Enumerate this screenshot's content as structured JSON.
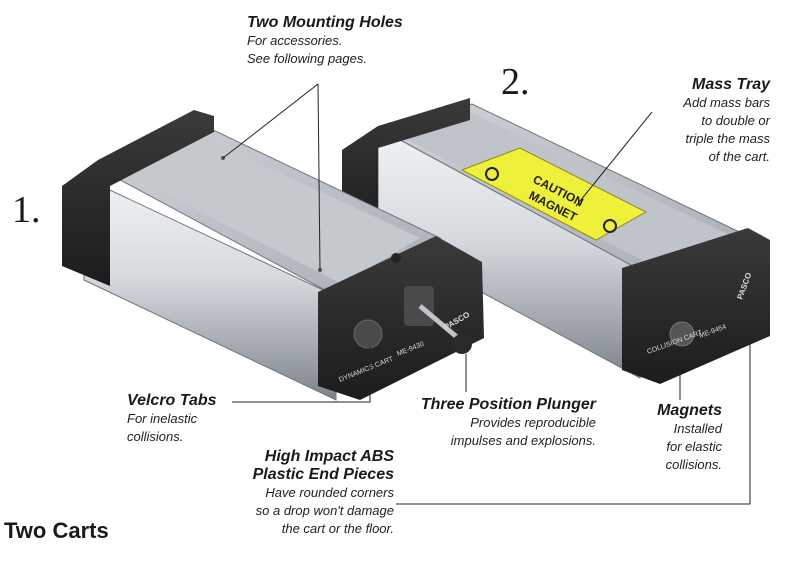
{
  "labels": {
    "mounting_holes": {
      "title": "Two Mounting Holes",
      "desc": [
        "For accessories.",
        "See following pages."
      ]
    },
    "mass_tray": {
      "title": "Mass Tray",
      "desc": [
        "Add mass bars",
        "to double or",
        "triple the mass",
        "of the cart."
      ]
    },
    "velcro_tabs": {
      "title": "Velcro Tabs",
      "desc": [
        "For inelastic",
        "collisions."
      ]
    },
    "plunger": {
      "title": "Three Position Plunger",
      "desc": [
        "Provides reproducible",
        "impulses and explosions."
      ]
    },
    "magnets": {
      "title": "Magnets",
      "desc": [
        "Installed",
        "for elastic",
        "collisions."
      ]
    },
    "end_pieces": {
      "title": [
        "High Impact ABS",
        "Plastic End Pieces"
      ],
      "desc": [
        "Have rounded corners",
        "so a drop won't damage",
        "the cart or the floor."
      ]
    }
  },
  "cart_numbers": [
    "1.",
    "2."
  ],
  "heading": "Two Carts",
  "cart1_text": {
    "side": "DYNAMICS CART",
    "model": "ME-9430",
    "brand": "PASCO"
  },
  "cart2_text": {
    "side": "COLLISION CART",
    "model": "ME-9454",
    "brand": "PASCO",
    "caution": [
      "CAUTION",
      "MAGNET"
    ]
  },
  "colors": {
    "body_light": "#e4e7ea",
    "body_dark": "#8a9098",
    "end_piece": "#2b2b2b",
    "caution_yellow": "#eef03a"
  }
}
